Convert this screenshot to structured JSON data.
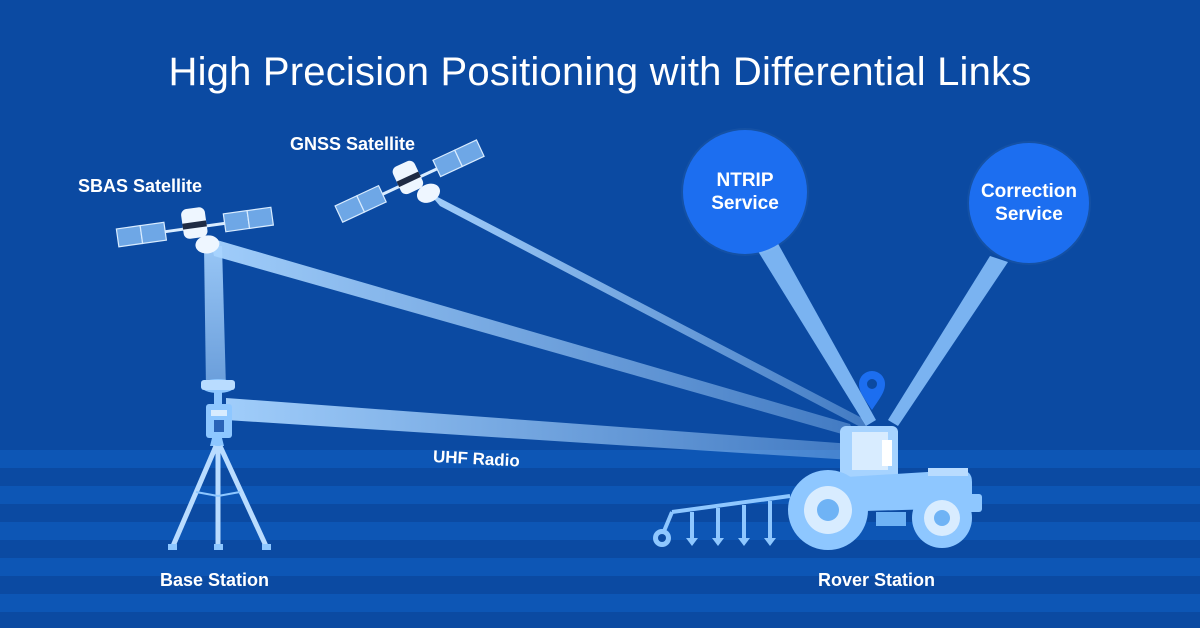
{
  "title": "High Precision Positioning with Differential Links",
  "labels": {
    "sbas_satellite": "SBAS Satellite",
    "gnss_satellite": "GNSS Satellite",
    "base_station": "Base Station",
    "rover_station": "Rover Station",
    "uhf_radio": "UHF Radio"
  },
  "services": {
    "ntrip": {
      "line1": "NTRIP",
      "line2": "Service"
    },
    "correction": {
      "line1": "Correction",
      "line2": "Service"
    }
  },
  "colors": {
    "background": "#0b4aa2",
    "stripe": "#0d56b5",
    "beam": "#9fd0ff",
    "service_circle": "#1c6ef0",
    "equipment": "#8ec7ff",
    "equipment_light": "#d8ecff"
  },
  "icons": [
    "satellite-icon",
    "tripod-gnss-receiver-icon",
    "tractor-icon",
    "location-pin-icon"
  ]
}
